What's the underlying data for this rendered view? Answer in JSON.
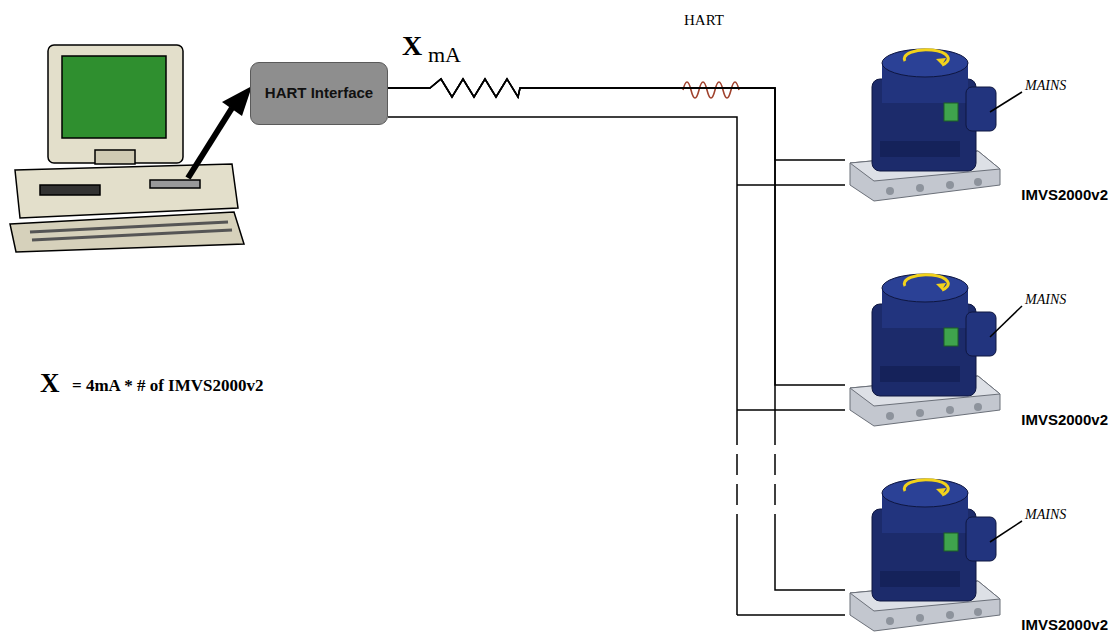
{
  "diagram": {
    "nodes": [
      {
        "text": [
          "HART Interface"
        ]
      },
      {
        "text": [
          "IMVS2000v2"
        ]
      },
      {
        "text": [
          "IMVS2000v2"
        ]
      },
      {
        "text": [
          "IMVS2000v2"
        ]
      }
    ],
    "edges": [
      {
        "from": 0,
        "to": 1,
        "arrow": "none"
      },
      {
        "from": 0,
        "to": 2,
        "arrow": "none"
      },
      {
        "from": 0,
        "to": 3,
        "arrow": "none"
      }
    ],
    "labels": [
      "X",
      "mA",
      "HART",
      "MAINS",
      "MAINS",
      "MAINS",
      "X",
      "= 4mA * # of IMVS2000v2"
    ]
  }
}
